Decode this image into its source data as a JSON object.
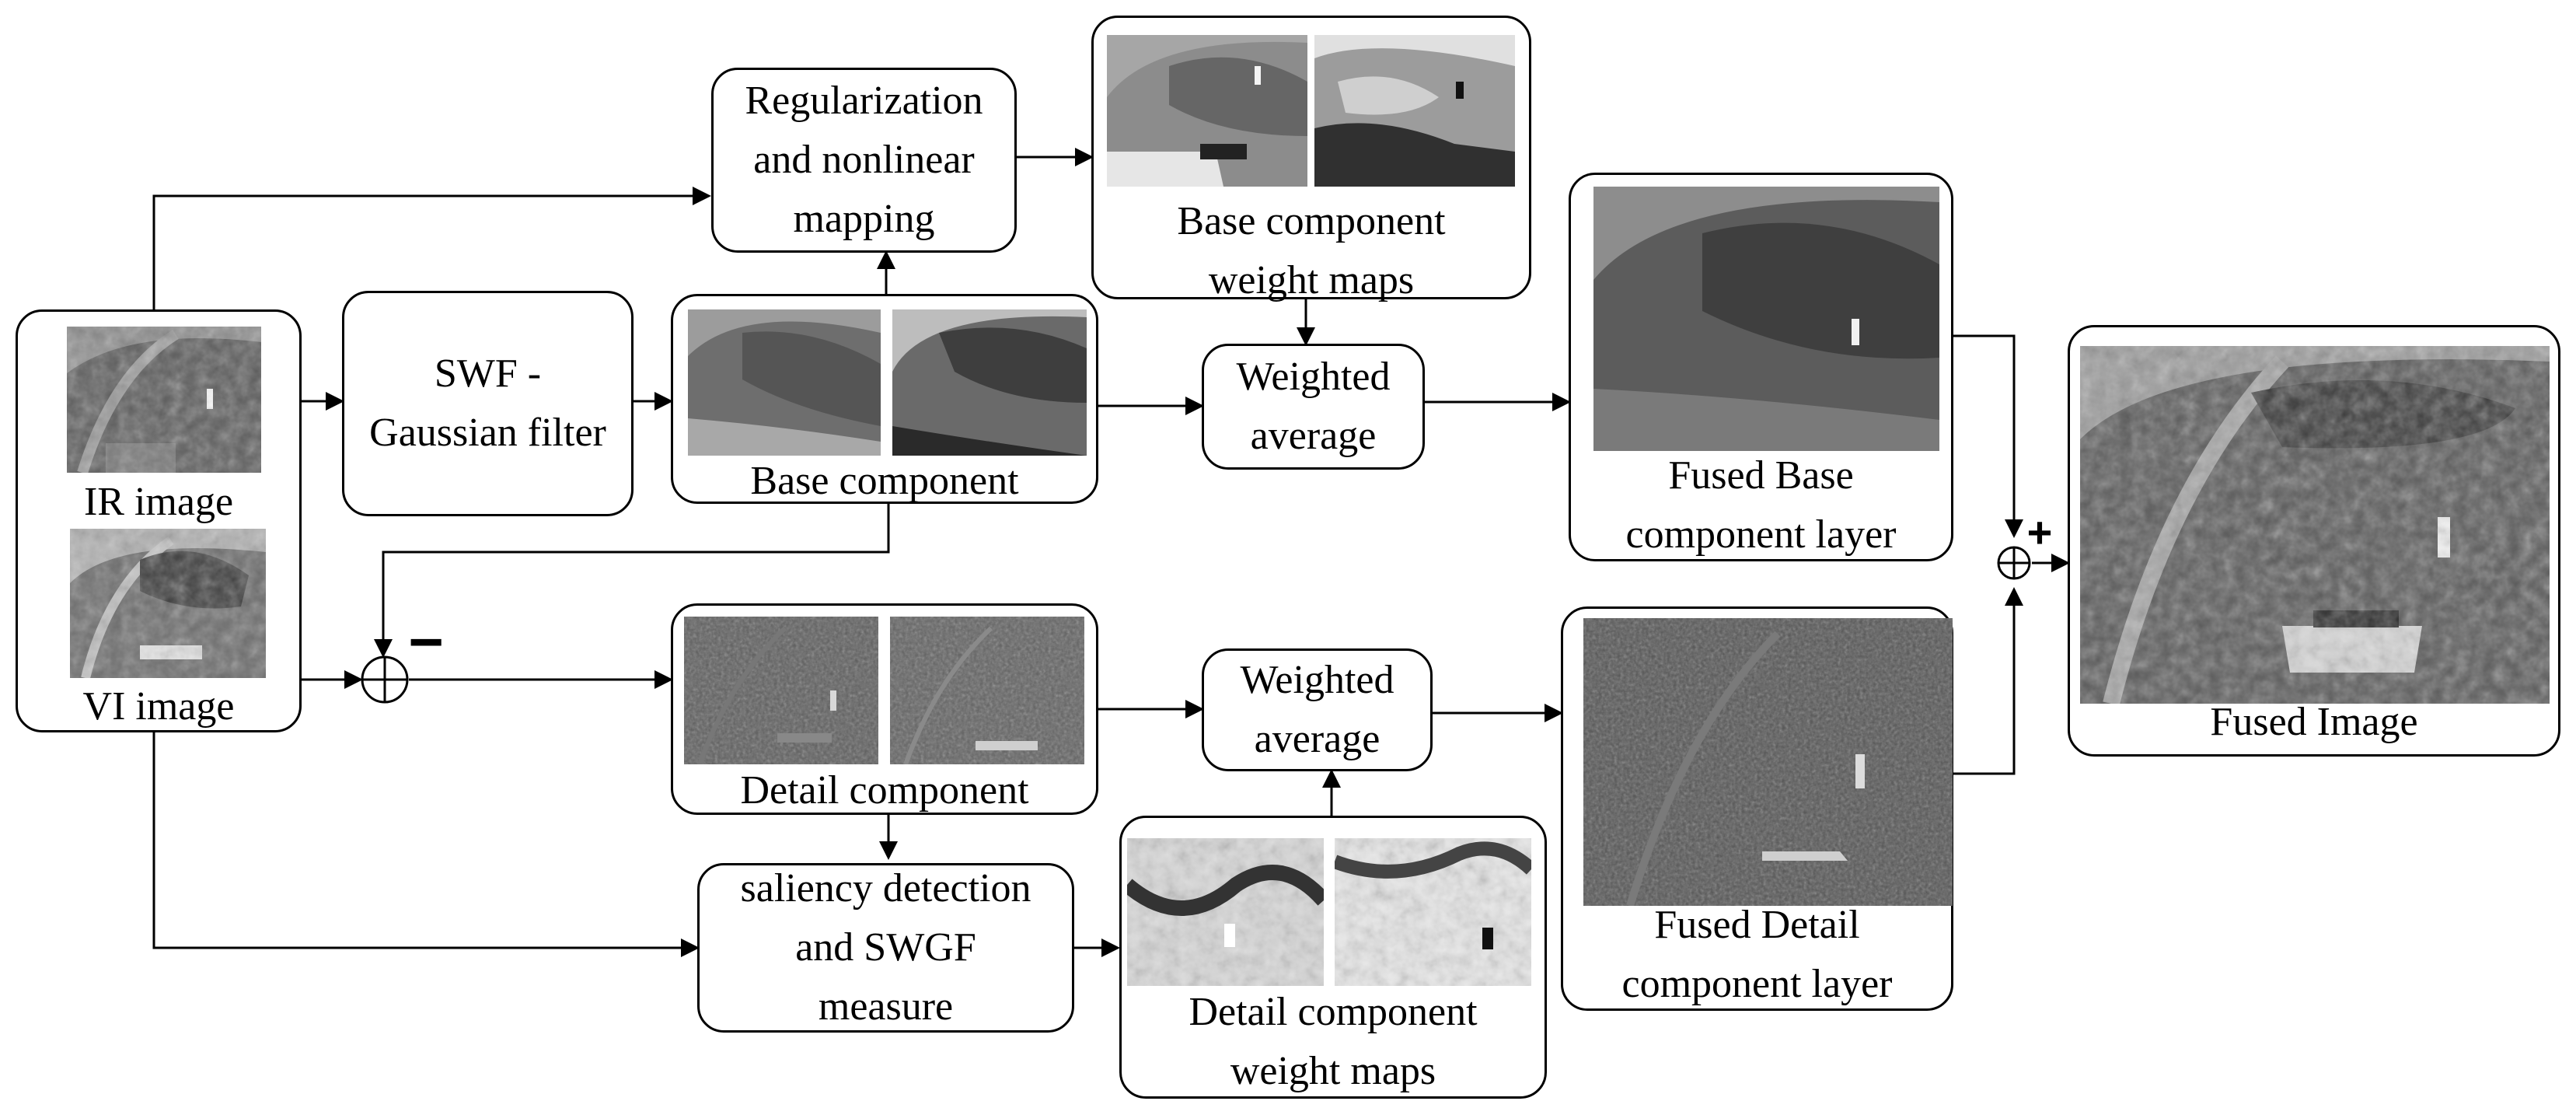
{
  "nodes": {
    "source": {
      "ir_label": "IR image",
      "vi_label": "VI image"
    },
    "swf": {
      "lines": [
        "SWF -",
        "Gaussian filter"
      ]
    },
    "base_component": {
      "label": "Base component"
    },
    "regularization": {
      "lines": [
        "Regularization",
        "and nonlinear",
        "mapping"
      ]
    },
    "base_weight_maps": {
      "lines": [
        "Base  component",
        "weight maps"
      ]
    },
    "weighted_average_top": {
      "lines": [
        "Weighted",
        "average"
      ]
    },
    "fused_base": {
      "lines": [
        "Fused Base",
        "component layer"
      ]
    },
    "detail_component": {
      "label": "Detail component"
    },
    "saliency": {
      "lines": [
        "saliency detection",
        "and SWGF",
        "measure"
      ]
    },
    "detail_weight_maps": {
      "lines": [
        "Detail  component",
        "weight maps"
      ]
    },
    "weighted_average_bottom": {
      "lines": [
        "Weighted",
        "average"
      ]
    },
    "fused_detail": {
      "lines": [
        "Fused  Detail",
        "component layer"
      ]
    },
    "fused_image": {
      "label": "Fused Image"
    }
  },
  "operators": {
    "subtract_sign": "−",
    "add_sign": "+"
  }
}
